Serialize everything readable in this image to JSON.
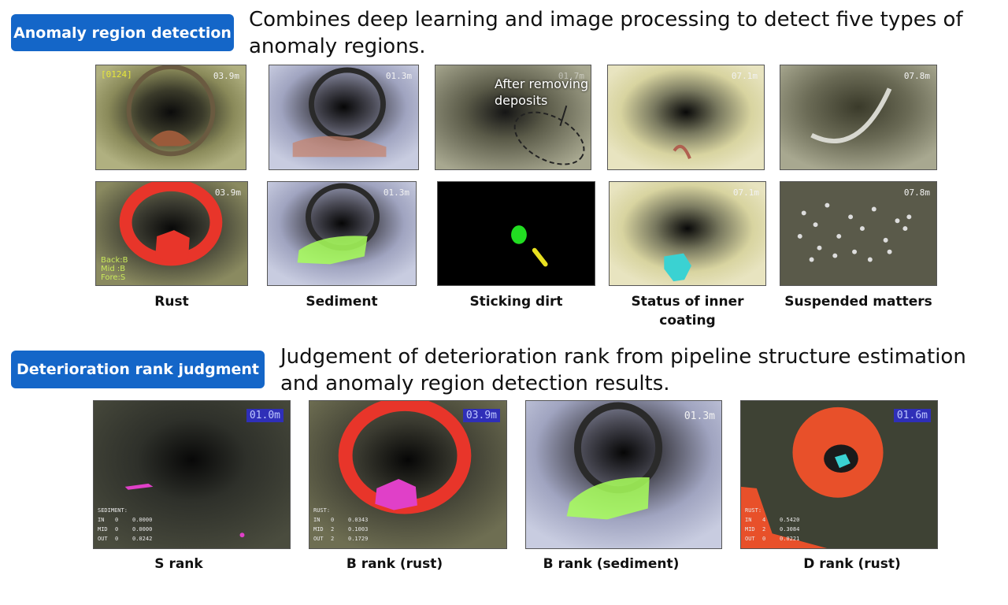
{
  "section1": {
    "badge": "Anomaly region detection",
    "description": "Combines deep learning and image processing to  detect five types of anomaly regions.",
    "callout": [
      "After removing",
      "deposits"
    ],
    "items": [
      {
        "label": "Rust",
        "distance_top": "03.9m",
        "frame_id": "[0124]",
        "distance_bottom": "03.9m",
        "overlay_lines": [
          "Back:B",
          "Mid :B",
          "Fore:S"
        ]
      },
      {
        "label": "Sediment",
        "distance_top": "01.3m",
        "distance_bottom": "01.3m"
      },
      {
        "label": "Sticking dirt",
        "distance_top": "01.7m"
      },
      {
        "label": "Status of inner coating",
        "distance_top": "07.1m",
        "distance_bottom": "07.1m"
      },
      {
        "label": "Suspended matters",
        "distance_top": "07.8m",
        "distance_bottom": "07.8m"
      }
    ]
  },
  "section2": {
    "badge": "Deterioration rank judgment",
    "description": "Judgement of deterioration rank from pipeline structure estimation and anomaly region detection results.",
    "items": [
      {
        "label": "S rank",
        "distance": "01.0m",
        "stats_title": "SEDIMENT:",
        "stats": [
          [
            "IN",
            "0",
            "0.0000"
          ],
          [
            "MID",
            "0",
            "0.0000"
          ],
          [
            "OUT",
            "0",
            "0.0242"
          ]
        ]
      },
      {
        "label": "B rank (rust)",
        "distance": "03.9m",
        "stats_title": "RUST:",
        "stats": [
          [
            "IN",
            "0",
            "0.0343"
          ],
          [
            "MID",
            "2",
            "0.1003"
          ],
          [
            "OUT",
            "2",
            "0.1729"
          ]
        ]
      },
      {
        "label": "B rank (sediment)",
        "distance": "01.3m"
      },
      {
        "label": "D rank (rust)",
        "distance": "01.6m",
        "stats_title": "RUST:",
        "stats": [
          [
            "IN",
            "4",
            "0.5420"
          ],
          [
            "MID",
            "2",
            "0.3084"
          ],
          [
            "OUT",
            "0",
            "0.0221"
          ]
        ]
      }
    ]
  },
  "colors": {
    "badge": "#1466c8",
    "rust_overlay": "#e8352a",
    "sediment_overlay": "#a8ff5a",
    "dirt_overlay": "#22dd22",
    "coating_overlay": "#3ad2d2",
    "suspended_overlay": "#dddddd",
    "rank_rust_magenta": "#e040c8"
  }
}
